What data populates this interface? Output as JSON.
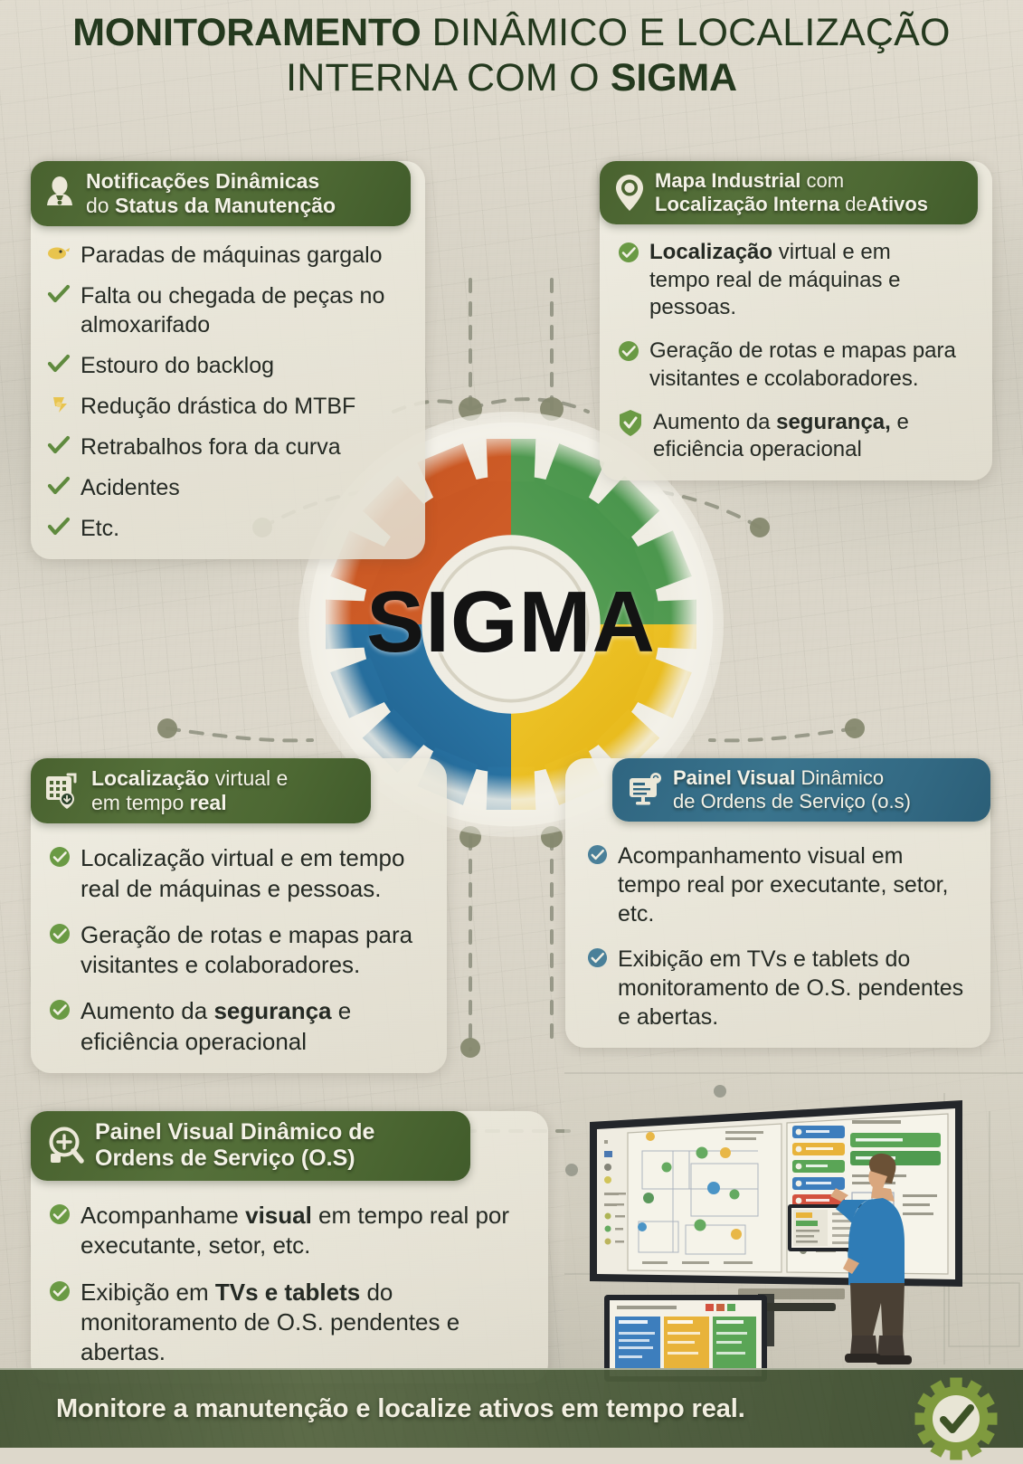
{
  "page": {
    "title_line_1_bold": "MONITORAMENTO",
    "title_line_1_rest": " DINÂMICO E LOCALIZAÇÃO",
    "title_line_2_rest": "INTERNA COM O ",
    "title_line_2_bold": "SIGMA",
    "center_logo_text": "SIGMA"
  },
  "colors": {
    "header_green": "#4d6833",
    "header_blue": "#336a84",
    "title_green": "#24391e",
    "card_cream": "#eae7da",
    "gear_orange": "#d2602a",
    "gear_green": "#5aa556",
    "gear_blue": "#2878ac",
    "gear_yellow": "#f0c419",
    "check_green": "#5f8a3e",
    "check_blue": "#3d7e99",
    "alert_yellow": "#e8c44e",
    "footer_green": "#4a5a3a"
  },
  "cards": [
    {
      "id": "notificacoes",
      "icon": "bell-notification-icon",
      "head_style": "green",
      "head_line_1_bold": "Notificações Dinâmicas",
      "head_line_1_rest": "",
      "head_line_2_rest": "do ",
      "head_line_2_bold": "Status da Manutenção",
      "bullets": [
        {
          "icon": "alert-yellow-icon",
          "text": "Paradas de máquinas gargalo"
        },
        {
          "icon": "check-green-icon",
          "text": "Falta ou chegada de peças no almoxarifado"
        },
        {
          "icon": "check-green-icon",
          "text": "Estouro do backlog"
        },
        {
          "icon": "alert-yellow-icon",
          "text": "Redução drástica do MTBF"
        },
        {
          "icon": "check-green-icon",
          "text": "Retrabalhos fora da curva"
        },
        {
          "icon": "check-green-icon",
          "text": "Acidentes"
        },
        {
          "icon": "check-green-icon",
          "text": "Etc."
        }
      ]
    },
    {
      "id": "mapa-industrial",
      "icon": "map-pin-icon",
      "head_style": "green",
      "head_line_1_bold": "Mapa Industrial",
      "head_line_1_rest": " com",
      "head_line_2_bold": "Localização Interna",
      "head_line_2_rest_a": " de",
      "head_line_2_bold_b": "Ativos",
      "bullets": [
        {
          "icon": "check-circle-green-icon",
          "bold": "Localização",
          "text": " virtual e em tempo real de máquinas e pessoas."
        },
        {
          "icon": "check-circle-green-icon",
          "bold": "",
          "text": "Geração de rotas e mapas para visitantes e ccolaboradores."
        },
        {
          "icon": "shield-check-icon",
          "bold": "",
          "text": "Aumento da ",
          "bold_mid": "segurança,",
          "text_after": " e eficiência operacional"
        }
      ]
    },
    {
      "id": "localizacao-tempo-real",
      "icon": "grid-location-icon",
      "head_style": "green",
      "head_line_1_bold": "Localização",
      "head_line_1_rest": " virtual e",
      "head_line_2_rest": "em tempo ",
      "head_line_2_bold": "real",
      "bullets": [
        {
          "icon": "check-circle-green-icon",
          "text": "Localização virtual e em tempo real de máquinas e pessoas."
        },
        {
          "icon": "check-circle-green-icon",
          "text": "Geração de rotas e mapas para visitantes e colaboradores."
        },
        {
          "icon": "check-circle-green-icon",
          "text": "Aumento da ",
          "bold_mid": "segurança",
          "text_after": " e eficiência operacional"
        }
      ]
    },
    {
      "id": "painel-visual-os-direita",
      "icon": "monitor-alert-icon",
      "head_style": "blue",
      "head_line_1_bold": "Painel Visual",
      "head_line_1_rest": " Dinâmico",
      "head_line_2_rest": "de Ordens de Serviço (o.s)",
      "bullets": [
        {
          "icon": "check-circle-blue-icon",
          "text": "Acompanhamento visual em tempo real por executante, setor, etc."
        },
        {
          "icon": "check-circle-blue-icon",
          "text": "Exibição em TVs e tablets do monitoramento de O.S. pendentes e abertas."
        }
      ]
    },
    {
      "id": "painel-visual-os-inferior",
      "icon": "search-plus-icon",
      "head_style": "green",
      "head_line_1_rest": "Painel Visual Dinâmico de",
      "head_line_2_rest": "Ordens de Serviço (O.S)",
      "bullets": [
        {
          "icon": "check-circle-green-icon",
          "text": "Acompanhame ",
          "bold_mid": "visual",
          "text_after": " em tempo real por executante, setor, etc."
        },
        {
          "icon": "check-circle-green-icon",
          "text": "Exibição em ",
          "bold_mid": "TVs e tablets",
          "text_after": " do monitoramento de O.S. pendentes e abertas."
        }
      ]
    }
  ],
  "footer": {
    "text": "Monitore a manutenção e localize ativos em tempo real.",
    "badge_icon": "gear-check-icon"
  },
  "illustration": {
    "name": "industrial-dashboard-tv-with-technician",
    "tv_panel_left": "industrial-map-panel",
    "tv_panel_right": "service-order-list-panel",
    "tablet": "os-kanban-tablet",
    "person": "technician-pointing"
  }
}
